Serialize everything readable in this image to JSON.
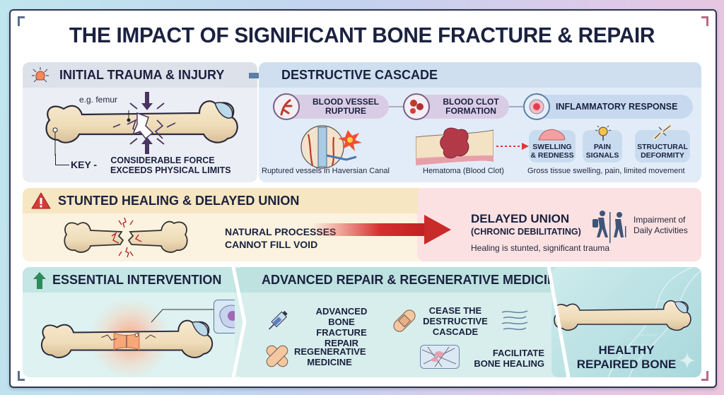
{
  "title": "THE IMPACT OF SIGNIFICANT BONE FRACTURE & REPAIR",
  "trauma": {
    "heading": "INITIAL TRAUMA & INJURY",
    "bone_label": "e.g. femur",
    "key_label": "KEY -",
    "key_text_line1": "CONSIDERABLE FORCE",
    "key_text_line2": "EXCEEDS PHYSICAL LIMITS"
  },
  "cascade": {
    "heading": "DESTRUCTIVE CASCADE",
    "steps": [
      {
        "label_line1": "BLOOD VESSEL",
        "label_line2": "RUPTURE",
        "caption": "Ruptured vessels in Haversian Canal"
      },
      {
        "label_line1": "BLOOD CLOT",
        "label_line2": "FORMATION",
        "caption": "Hematoma (Blood Clot)"
      },
      {
        "label_line1": "INFLAMMATORY RESPONSE",
        "label_line2": "",
        "caption": "Gross tissue swelling, pain, limited movement"
      }
    ],
    "symptoms": [
      {
        "line1": "SWELLING",
        "line2": "& REDNESS"
      },
      {
        "line1": "PAIN",
        "line2": "SIGNALS"
      },
      {
        "line1": "STRUCTURAL",
        "line2": "DEFORMITY"
      }
    ]
  },
  "stunted": {
    "heading": "STUNTED HEALING & DELAYED UNION",
    "text_line1": "NATURAL PROCESSES",
    "text_line2": "CANNOT FILL VOID"
  },
  "delayed": {
    "title": "DELAYED UNION",
    "subtitle": "(CHRONIC DEBILITATING)",
    "caption": "Healing is stunted, significant trauma",
    "impairment_line1": "Impairment of",
    "impairment_line2": "Daily Activities"
  },
  "essential": {
    "heading": "ESSENTIAL INTERVENTION"
  },
  "advanced": {
    "heading": "ADVANCED REPAIR & REGENERATIVE MEDICINE",
    "items": [
      {
        "line1": "ADVANCED",
        "line2": "BONE FRACTURE",
        "line3": "REPAIR"
      },
      {
        "line1": "CEASE THE",
        "line2": "DESTRUCTIVE",
        "line3": "CASCADE"
      },
      {
        "line1": "REGENERATIVE",
        "line2": "MEDICINE",
        "line3": ""
      },
      {
        "line1": "FACILITATE",
        "line2": "BONE HEALING",
        "line3": ""
      }
    ]
  },
  "healthy": {
    "line1": "HEALTHY",
    "line2": "REPAIRED BONE"
  },
  "colors": {
    "navy": "#1b2140",
    "alert_red": "#d63a3a",
    "arrow_green": "#2f8a5a",
    "bone": "#f1dfbe",
    "cartilage": "#bcd9ea"
  }
}
